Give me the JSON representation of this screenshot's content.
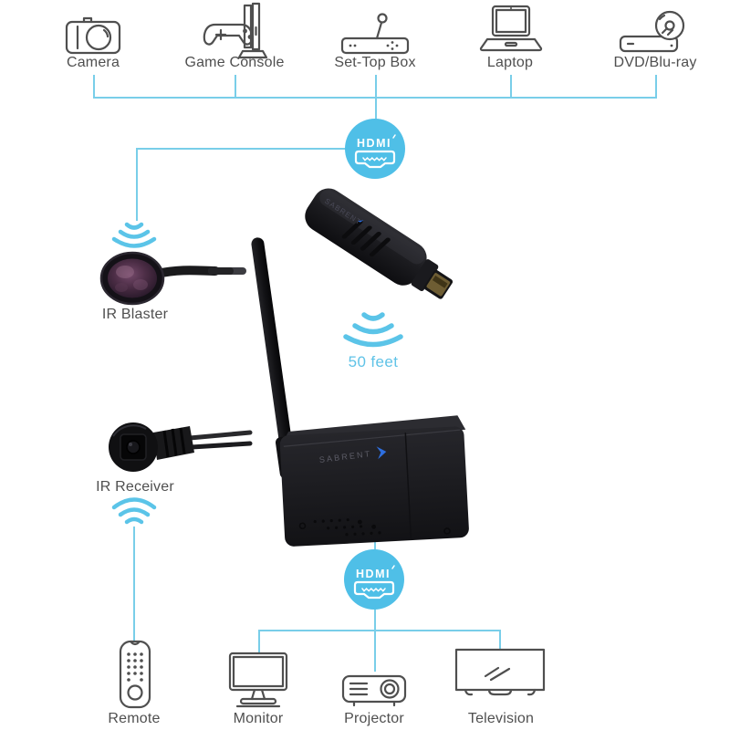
{
  "colors": {
    "connector_line": "#79CEE9",
    "hdmi_badge": "#4FBFE7",
    "icon_stroke": "#4f4f4f",
    "label_text": "#4f4f4f",
    "wireless_accent": "#5BC4E8",
    "brand_blue": "#2E6FE0"
  },
  "sources": {
    "items": [
      {
        "label": "Camera"
      },
      {
        "label": "Game Console"
      },
      {
        "label": "Set-Top Box"
      },
      {
        "label": "Laptop"
      },
      {
        "label": "DVD/Blu-ray"
      }
    ]
  },
  "hdmi": {
    "top_badge": "HDMI",
    "bottom_badge": "HDMI"
  },
  "transmitter": {
    "brand": "SABRENT"
  },
  "receiver": {
    "brand": "SABRENT"
  },
  "ir_blaster": {
    "label": "IR Blaster"
  },
  "wireless_range": {
    "label": "50 feet"
  },
  "ir_receiver": {
    "label": "IR Receiver"
  },
  "remote": {
    "label": "Remote"
  },
  "outputs": {
    "items": [
      {
        "label": "Monitor"
      },
      {
        "label": "Projector"
      },
      {
        "label": "Television"
      }
    ]
  }
}
